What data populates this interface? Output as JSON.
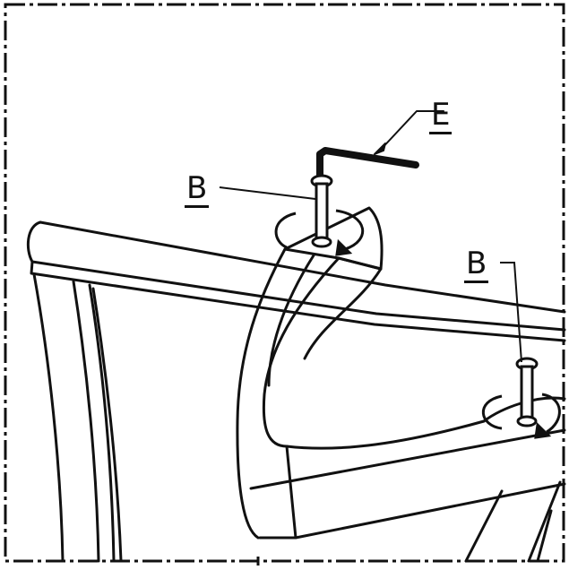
{
  "callouts": {
    "hex_key": "E",
    "bolt_left": "B",
    "bolt_right": "B"
  },
  "colors": {
    "line": "#111111",
    "background": "#ffffff"
  },
  "icons": [
    "hex-key-icon",
    "bolt-icon",
    "rotation-arrow-icon"
  ]
}
